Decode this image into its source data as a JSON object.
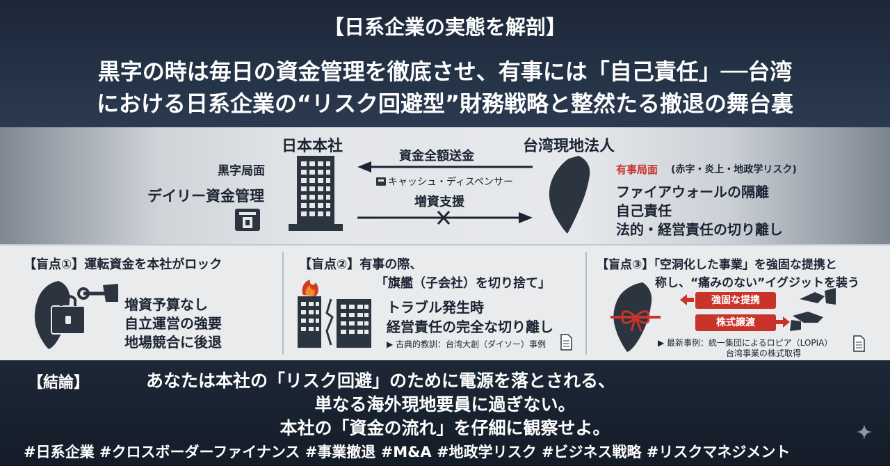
{
  "title": {
    "line1": "【日系企業の実態を解剖】",
    "line2": "黒字の時は毎日の資金管理を徹底させ、有事には「自己責任」──台湾",
    "line3": "における日系企業の“リスク回避型”財務戦略と整然たる撤退の舞台裏"
  },
  "diagram": {
    "hq_label": "日本本社",
    "taiwan_label": "台湾現地法人",
    "profit_phase": "黒字局面",
    "daily_mgmt": "デイリー資金管理",
    "flow_top": "資金全額送金",
    "flow_mid": "キャッシュ・ディスペンサー",
    "flow_bottom": "増資支援",
    "crisis_label": "有事局面",
    "crisis_note": "(赤字・炎上・地政学リスク)",
    "crisis_items": [
      "ファイアウォールの隔離",
      "自己責任",
      "法的・経営責任の切り離し"
    ]
  },
  "blindspots": [
    {
      "heading": "【盲点①】運転資金を本社がロック",
      "items": [
        "増資予算なし",
        "自立運営の強要",
        "地場競合に後退"
      ]
    },
    {
      "heading_line1": "【盲点②】有事の際、",
      "heading_line2": "「旗艦（子会社）を切り捨て」",
      "items": [
        "トラブル発生時",
        "経営責任の完全な切り離し"
      ],
      "note": "▶ 古典的教訓：台湾大創（ダイソー）事例"
    },
    {
      "heading_line1": "【盲点③】「空洞化した事業」を強固な提携と",
      "heading_line2": "称し、“痛みのない”イグジットを装う",
      "tag1": "強固な提携",
      "tag2": "株式譲渡",
      "note_line1": "▶ 最新事例：統一集団によるロピア（LOPIA）",
      "note_line2": "台湾事業の株式取得"
    }
  ],
  "conclusion": {
    "label": "【結論】",
    "line1": "あなたは本社の「リスク回避」のために電源を落とされる、",
    "line2": "単なる海外現地要員に過ぎない。",
    "line3": "本社の「資金の流れ」を仔細に観察せよ。"
  },
  "hashtags": "#日系企業 #クロスボーダーファイナンス #事業撤退 #M&A #地政学リスク #ビジネス戦略 #リスクマネジメント",
  "colors": {
    "accent_red": "#c8332a",
    "dark_navy": "#1b2433",
    "icon_gray": "#2c3440"
  },
  "icons": [
    "building-icon",
    "atm-icon",
    "taiwan-map-icon",
    "key-icon",
    "lock-icon",
    "fire-icon",
    "handshake-icon",
    "document-icon",
    "sparkle-icon"
  ]
}
